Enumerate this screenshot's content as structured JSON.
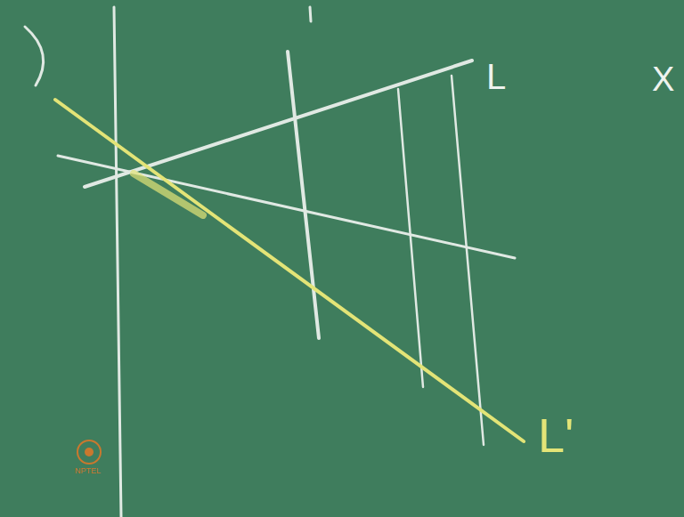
{
  "diagram": {
    "labels": [
      "L",
      "X",
      "L'",
      "NPTEL"
    ]
  }
}
